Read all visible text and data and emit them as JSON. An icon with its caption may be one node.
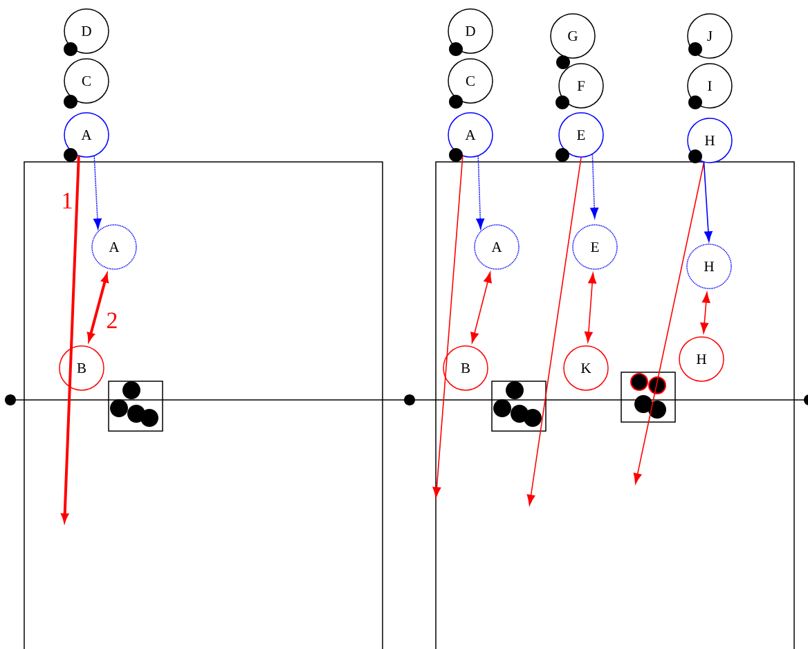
{
  "diagram": {
    "nodes": [
      {
        "text": [
          "D"
        ]
      },
      {
        "text": [
          "C"
        ]
      },
      {
        "text": [
          "A"
        ]
      },
      {
        "text": [
          "A"
        ]
      },
      {
        "text": [
          "B"
        ]
      },
      {
        "text": [
          "D"
        ]
      },
      {
        "text": [
          "C"
        ]
      },
      {
        "text": [
          "A"
        ]
      },
      {
        "text": [
          "A"
        ]
      },
      {
        "text": [
          "B"
        ]
      },
      {
        "text": [
          "G"
        ]
      },
      {
        "text": [
          "F"
        ]
      },
      {
        "text": [
          "E"
        ]
      },
      {
        "text": [
          "E"
        ]
      },
      {
        "text": [
          "K"
        ]
      },
      {
        "text": [
          "J"
        ]
      },
      {
        "text": [
          "I"
        ]
      },
      {
        "text": [
          "H"
        ]
      },
      {
        "text": [
          "H"
        ]
      },
      {
        "text": [
          "H"
        ]
      }
    ],
    "edges": [
      {
        "from": 2,
        "to": null,
        "arrow": "to",
        "style": "thick",
        "label": "1"
      },
      {
        "from": 2,
        "to": 3,
        "arrow": "to",
        "style": "dashed",
        "color": "#0000ff"
      },
      {
        "from": 3,
        "to": 4,
        "arrow": "both",
        "style": "thick",
        "label": "2"
      },
      {
        "from": 7,
        "to": null,
        "arrow": "to"
      },
      {
        "from": 7,
        "to": 8,
        "arrow": "to",
        "style": "dashed",
        "color": "#0000ff"
      },
      {
        "from": 8,
        "to": 9,
        "arrow": "both"
      },
      {
        "from": 12,
        "to": null,
        "arrow": "to"
      },
      {
        "from": 12,
        "to": 13,
        "arrow": "to",
        "style": "dashed",
        "color": "#0000ff"
      },
      {
        "from": 13,
        "to": 14,
        "arrow": "both"
      },
      {
        "from": 17,
        "to": null,
        "arrow": "to"
      },
      {
        "from": 17,
        "to": 18,
        "arrow": "to",
        "color": "#0000ff"
      },
      {
        "from": 18,
        "to": 19,
        "arrow": "both"
      }
    ]
  }
}
